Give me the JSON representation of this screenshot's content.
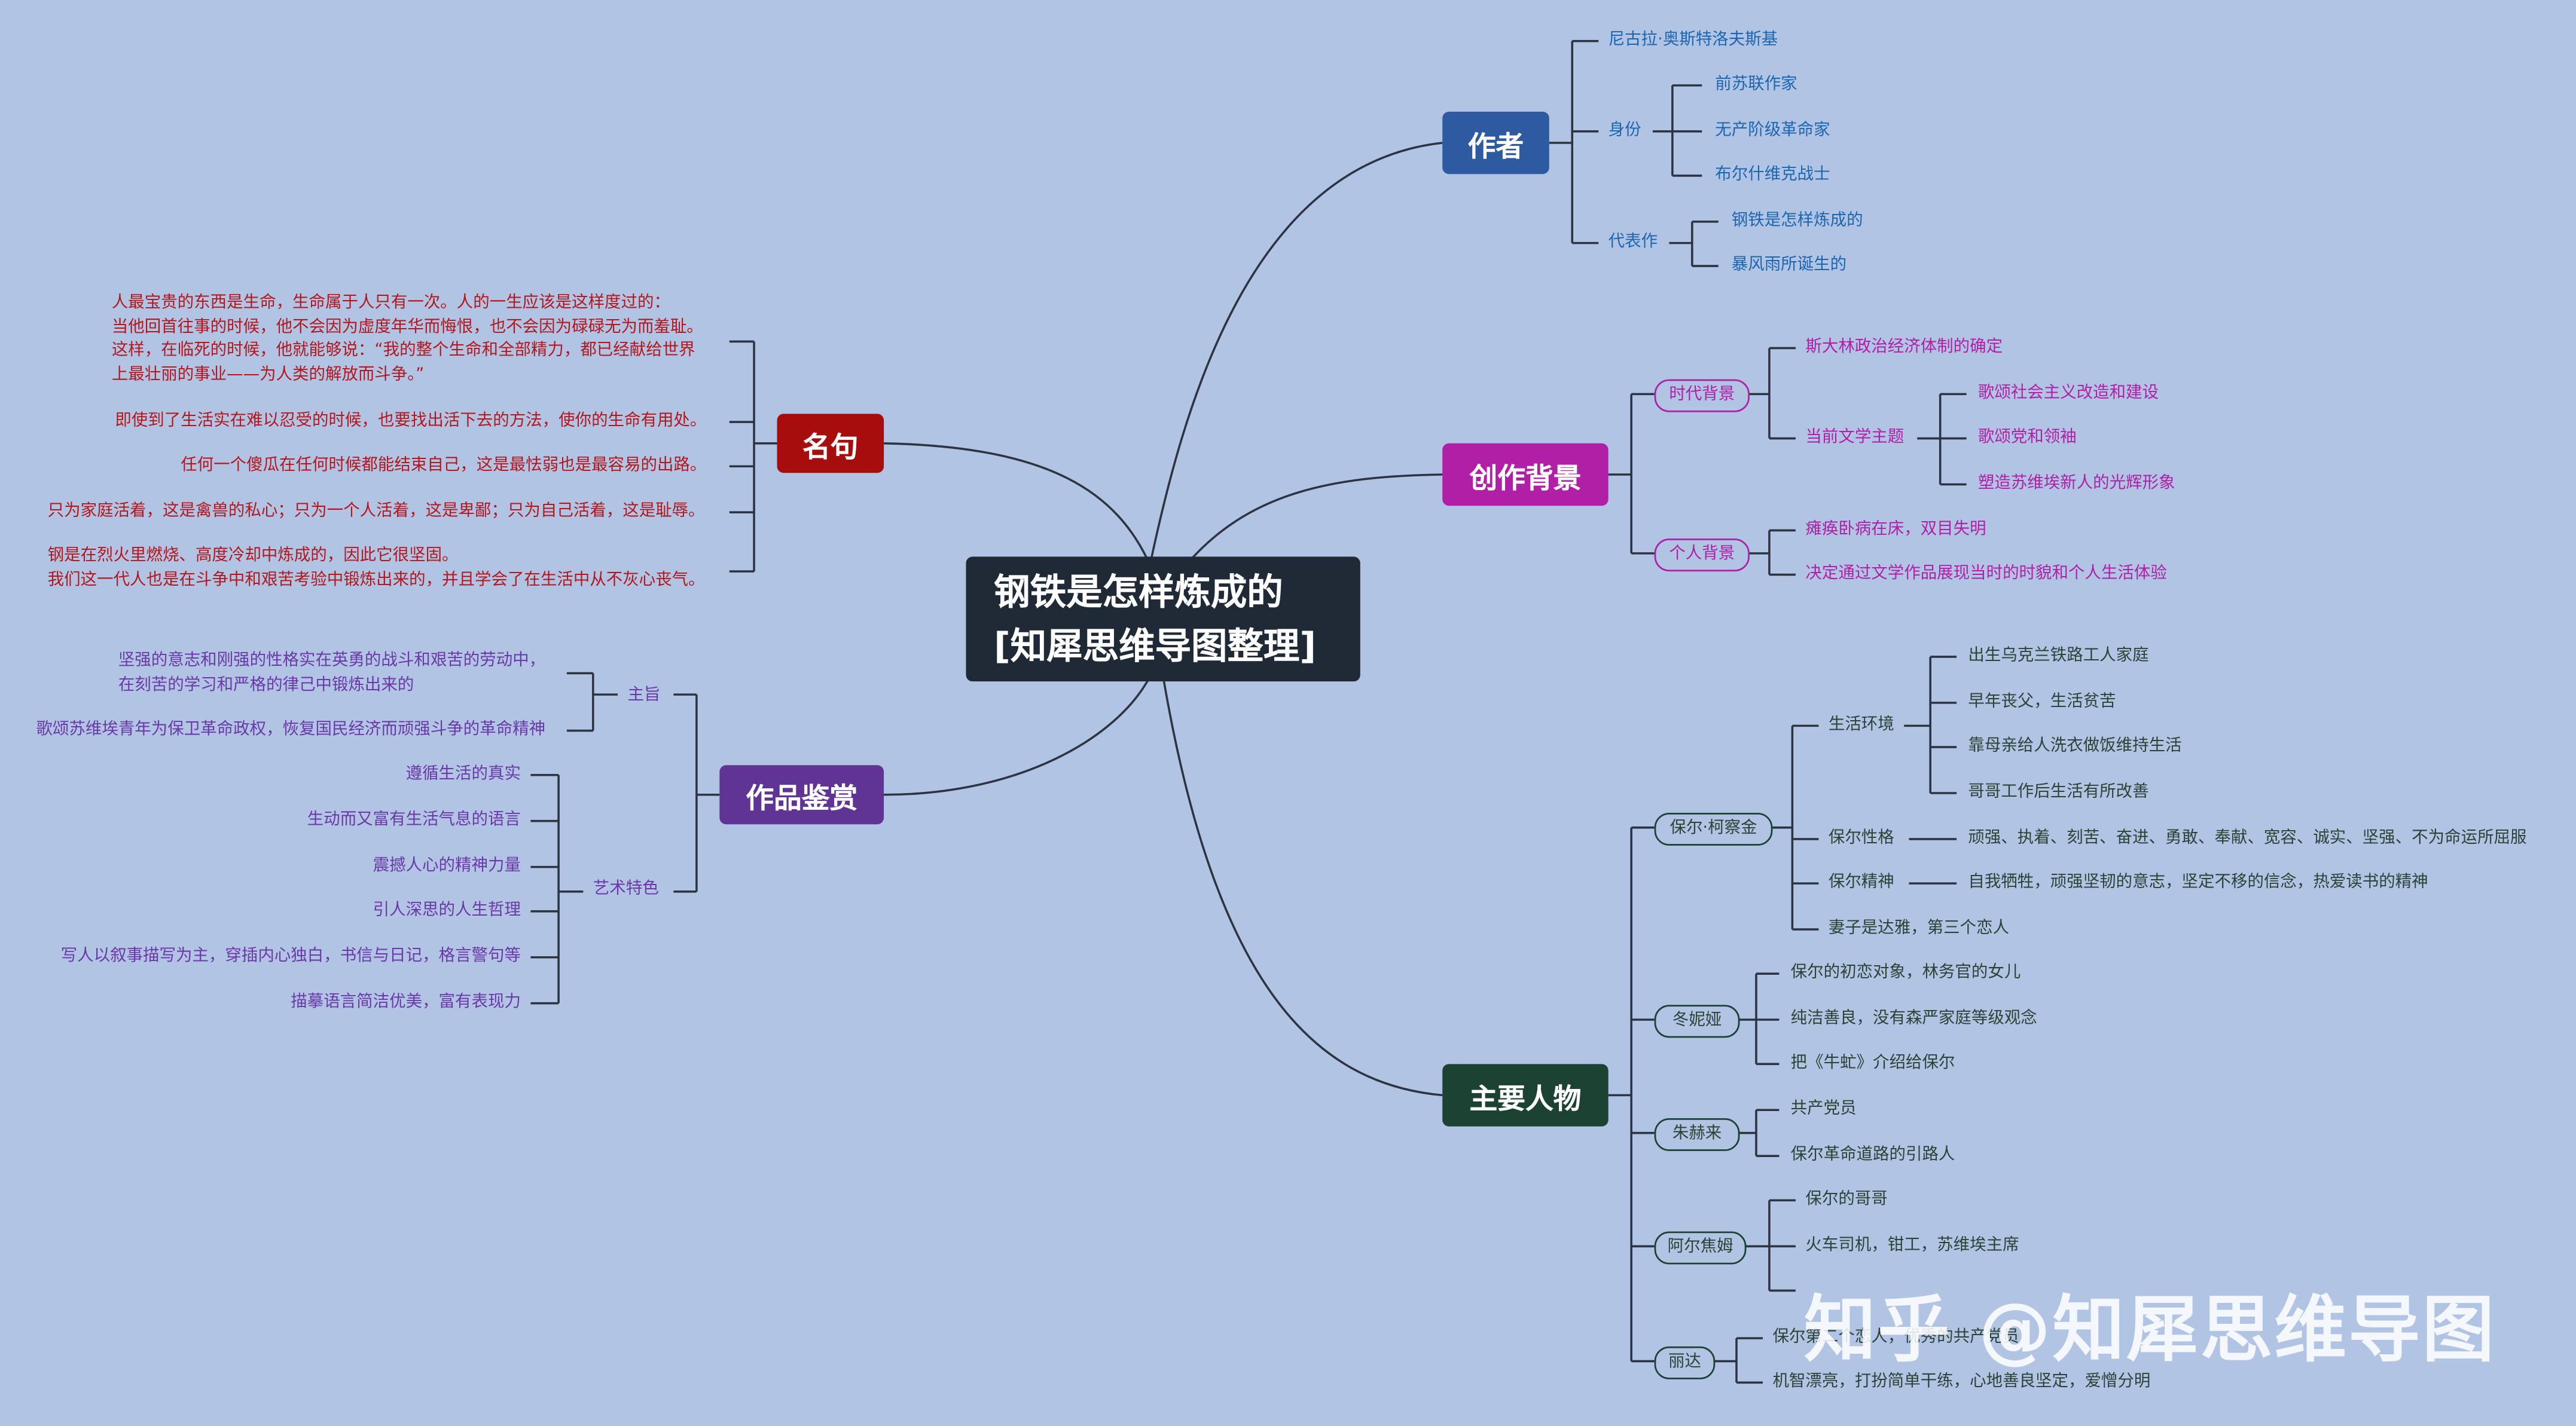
{
  "center": {
    "line1": "钢铁是怎样炼成的",
    "line2": "[知犀思维导图整理]"
  },
  "watermark": "知乎 @知犀思维导图",
  "colors": {
    "background": "#b1c4e4",
    "center": "#1f2a36",
    "author": "#2d5aa0",
    "background_branch": "#b01fa6",
    "characters": "#1b4232",
    "quotes": "#a80d0d",
    "appreciation": "#5f3494"
  },
  "author": {
    "label": "作者",
    "name": "尼古拉·奥斯特洛夫斯基",
    "identity": {
      "label": "身份",
      "items": [
        "前苏联作家",
        "无产阶级革命家",
        "布尔什维克战士"
      ]
    },
    "works": {
      "label": "代表作",
      "items": [
        "钢铁是怎样炼成的",
        "暴风雨所诞生的"
      ]
    }
  },
  "background": {
    "label": "创作背景",
    "era": {
      "label": "时代背景",
      "item1": "斯大林政治经济体制的确定",
      "theme_label": "当前文学主题",
      "themes": [
        "歌颂社会主义改造和建设",
        "歌颂党和领袖",
        "塑造苏维埃新人的光辉形象"
      ]
    },
    "personal": {
      "label": "个人背景",
      "items": [
        "瘫痪卧病在床，双目失明",
        "决定通过文学作品展现当时的时貌和个人生活体验"
      ]
    }
  },
  "characters": {
    "label": "主要人物",
    "paul": {
      "label": "保尔·柯察金",
      "env_label": "生活环境",
      "env": [
        "出生乌克兰铁路工人家庭",
        "早年丧父，生活贫苦",
        "靠母亲给人洗衣做饭维持生活",
        "哥哥工作后生活有所改善"
      ],
      "trait_label": "保尔性格",
      "trait": "顽强、执着、刻苦、奋进、勇敢、奉献、宽容、诚实、坚强、不为命运所屈服",
      "spirit_label": "保尔精神",
      "spirit": "自我牺牲，顽强坚韧的意志，坚定不移的信念，热爱读书的精神",
      "wife": "妻子是达雅，第三个恋人"
    },
    "tonya": {
      "label": "冬妮娅",
      "items": [
        "保尔的初恋对象，林务官的女儿",
        "纯洁善良，没有森严家庭等级观念",
        "把《牛虻》介绍给保尔"
      ]
    },
    "zhukhrai": {
      "label": "朱赫来",
      "items": [
        "共产党员",
        "保尔革命道路的引路人"
      ]
    },
    "artyom": {
      "label": "阿尔焦姆",
      "items": [
        "保尔的哥哥",
        "火车司机，钳工，苏维埃主席"
      ]
    },
    "rita": {
      "label": "丽达",
      "items": [
        "保尔第二个恋人，优秀的共产党员",
        "机智漂亮，打扮简单干练，心地善良坚定，爱憎分明"
      ]
    }
  },
  "quotes": {
    "label": "名句",
    "q1": [
      "人最宝贵的东西是生命，生命属于人只有一次。人的一生应该是这样度过的：",
      "当他回首往事的时候，他不会因为虚度年华而悔恨，也不会因为碌碌无为而羞耻。",
      "这样，在临死的时候，他就能够说：“我的整个生命和全部精力，都已经献给世界",
      "上最壮丽的事业——为人类的解放而斗争。”"
    ],
    "q2": "即使到了生活实在难以忍受的时候，也要找出活下去的方法，使你的生命有用处。",
    "q3": "任何一个傻瓜在任何时候都能结束自己，这是最怯弱也是最容易的出路。",
    "q4": "只为家庭活着，这是禽兽的私心；只为一个人活着，这是卑鄙；只为自己活着，这是耻辱。",
    "q5": [
      "钢是在烈火里燃烧、高度冷却中炼成的，因此它很坚固。",
      "我们这一代人也是在斗争中和艰苦考验中锻炼出来的，并且学会了在生活中从不灰心丧气。"
    ]
  },
  "appreciation": {
    "label": "作品鉴赏",
    "theme_label": "主旨",
    "theme1": [
      "坚强的意志和刚强的性格实在英勇的战斗和艰苦的劳动中，",
      "在刻苦的学习和严格的律己中锻炼出来的"
    ],
    "theme2": "歌颂苏维埃青年为保卫革命政权，恢复国民经济而顽强斗争的革命精神",
    "art_label": "艺术特色",
    "art": [
      "遵循生活的真实",
      "生动而又富有生活气息的语言",
      "震撼人心的精神力量",
      "引人深思的人生哲理",
      "写人以叙事描写为主，穿插内心独白，书信与日记，格言警句等",
      "描摹语言简洁优美，富有表现力"
    ]
  }
}
